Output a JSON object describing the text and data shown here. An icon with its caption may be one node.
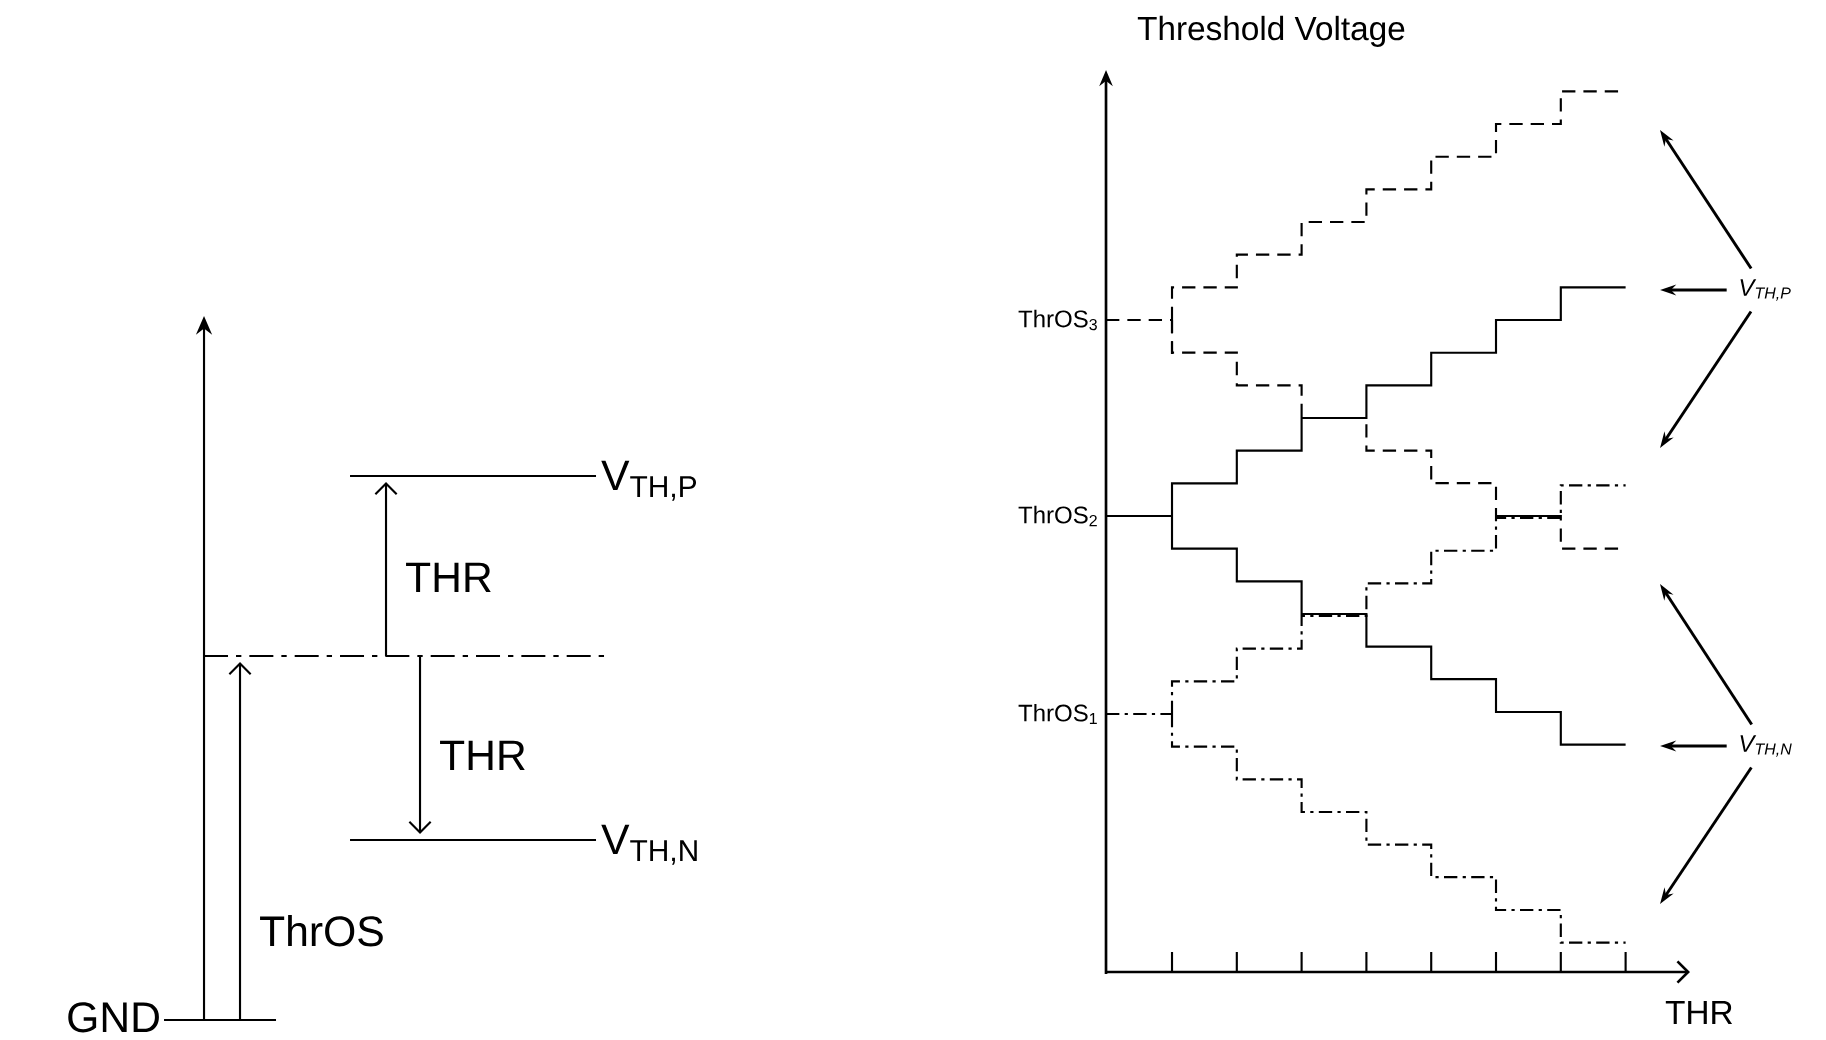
{
  "diagram": {
    "nodes": [
      {
        "text": [
          "V$_{TH,P}$"
        ]
      },
      {
        "text": [
          "V$_{TH,N}$"
        ]
      }
    ],
    "edges": [
      {
        "from": 0,
        "to": null,
        "arrow": "to"
      },
      {
        "from": 0,
        "to": null,
        "arrow": "to"
      },
      {
        "from": 0,
        "to": null,
        "arrow": "to"
      },
      {
        "from": 1,
        "to": null,
        "arrow": "to"
      },
      {
        "from": 1,
        "to": null,
        "arrow": "to"
      },
      {
        "from": 1,
        "to": null,
        "arrow": "to"
      }
    ],
    "labels": [
      "V$_{TH,P}$",
      "THR",
      "THR",
      "V$_{TH,N}$",
      "ThrOS",
      "GND",
      "Threshold Voltage",
      "ThrOS$_{3}$",
      "ThrOS$_{2}$",
      "ThrOS$_{1}$",
      "THR"
    ]
  }
}
